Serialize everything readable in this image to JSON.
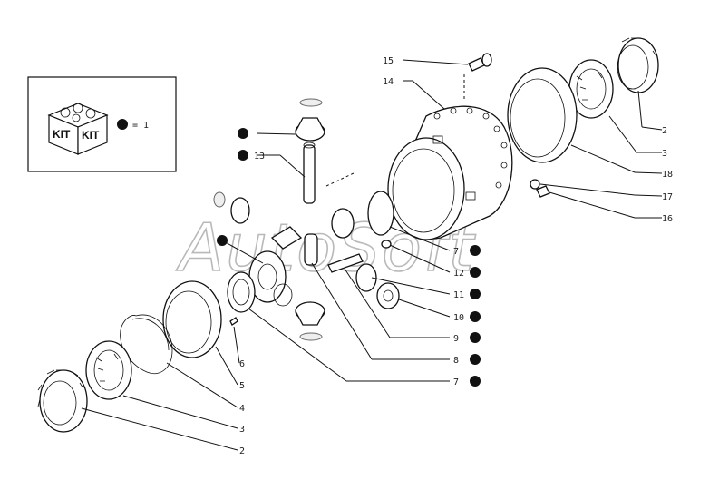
{
  "legend": {
    "kit_labels": [
      "KIT",
      "KIT"
    ],
    "equals_text": "= 1"
  },
  "watermark": "AutoSoft",
  "labels": {
    "l15": "15",
    "l14": "14",
    "l13": "13",
    "r2": "2",
    "r3": "3",
    "r18": "18",
    "r17": "17",
    "r16": "16",
    "c7": "7",
    "c12": "12",
    "c11": "11",
    "c10": "10",
    "c9": "9",
    "c8": "8",
    "c7b": "7",
    "b6": "6",
    "b5": "5",
    "b4": "4",
    "b3": "3",
    "b2": "2"
  }
}
